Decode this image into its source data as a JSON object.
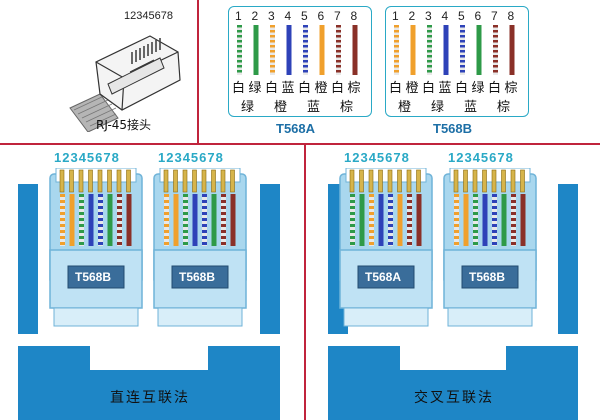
{
  "connector": {
    "pin_numbers": "12345678",
    "caption": "RJ-45接头"
  },
  "colors": {
    "divider": "#c0243c",
    "blue_box": "#1e86c6",
    "plug_body": "#a9d7ee",
    "plug_frame": "#6fb3d8",
    "number_text": "#2aa9c6",
    "label_text": "#1d6fa6",
    "orange": "#f0a02c",
    "green": "#2e9a48",
    "blue": "#2e42b8",
    "brown": "#8a3028",
    "stripe_white": "#e8e8e8"
  },
  "top_standards": [
    {
      "label": "T568A",
      "pin_digits": [
        "1",
        "2",
        "3",
        "4",
        "5",
        "6",
        "7",
        "8"
      ],
      "wires": [
        "white-green",
        "green",
        "white-orange",
        "blue",
        "white-blue",
        "orange",
        "white-brown",
        "brown"
      ],
      "names_row1": [
        "白",
        "绿",
        "白",
        "蓝",
        "白",
        "橙",
        "白",
        "棕"
      ],
      "names_row2": [
        "绿",
        "",
        "橙",
        "",
        "蓝",
        "",
        "棕",
        ""
      ]
    },
    {
      "label": "T568B",
      "pin_digits": [
        "1",
        "2",
        "3",
        "4",
        "5",
        "6",
        "7",
        "8"
      ],
      "wires": [
        "white-orange",
        "orange",
        "white-green",
        "blue",
        "white-blue",
        "green",
        "white-brown",
        "brown"
      ],
      "names_row1": [
        "白",
        "橙",
        "白",
        "蓝",
        "白",
        "绿",
        "白",
        "棕"
      ],
      "names_row2": [
        "橙",
        "",
        "绿",
        "",
        "蓝",
        "",
        "棕",
        ""
      ]
    }
  ],
  "bottom_panels": [
    {
      "title": "直连互联法",
      "plugs": [
        {
          "pin_numbers": "12345678",
          "label": "T568B",
          "wires": [
            "white-orange",
            "orange",
            "white-green",
            "blue",
            "white-blue",
            "green",
            "white-brown",
            "brown"
          ]
        },
        {
          "pin_numbers": "12345678",
          "label": "T568B",
          "wires": [
            "white-orange",
            "orange",
            "white-green",
            "blue",
            "white-blue",
            "green",
            "white-brown",
            "brown"
          ]
        }
      ]
    },
    {
      "title": "交叉互联法",
      "plugs": [
        {
          "pin_numbers": "12345678",
          "label": "T568A",
          "wires": [
            "white-green",
            "green",
            "white-orange",
            "blue",
            "white-blue",
            "orange",
            "white-brown",
            "brown"
          ]
        },
        {
          "pin_numbers": "12345678",
          "label": "T568B",
          "wires": [
            "white-orange",
            "orange",
            "white-green",
            "blue",
            "white-blue",
            "green",
            "white-brown",
            "brown"
          ]
        }
      ]
    }
  ]
}
